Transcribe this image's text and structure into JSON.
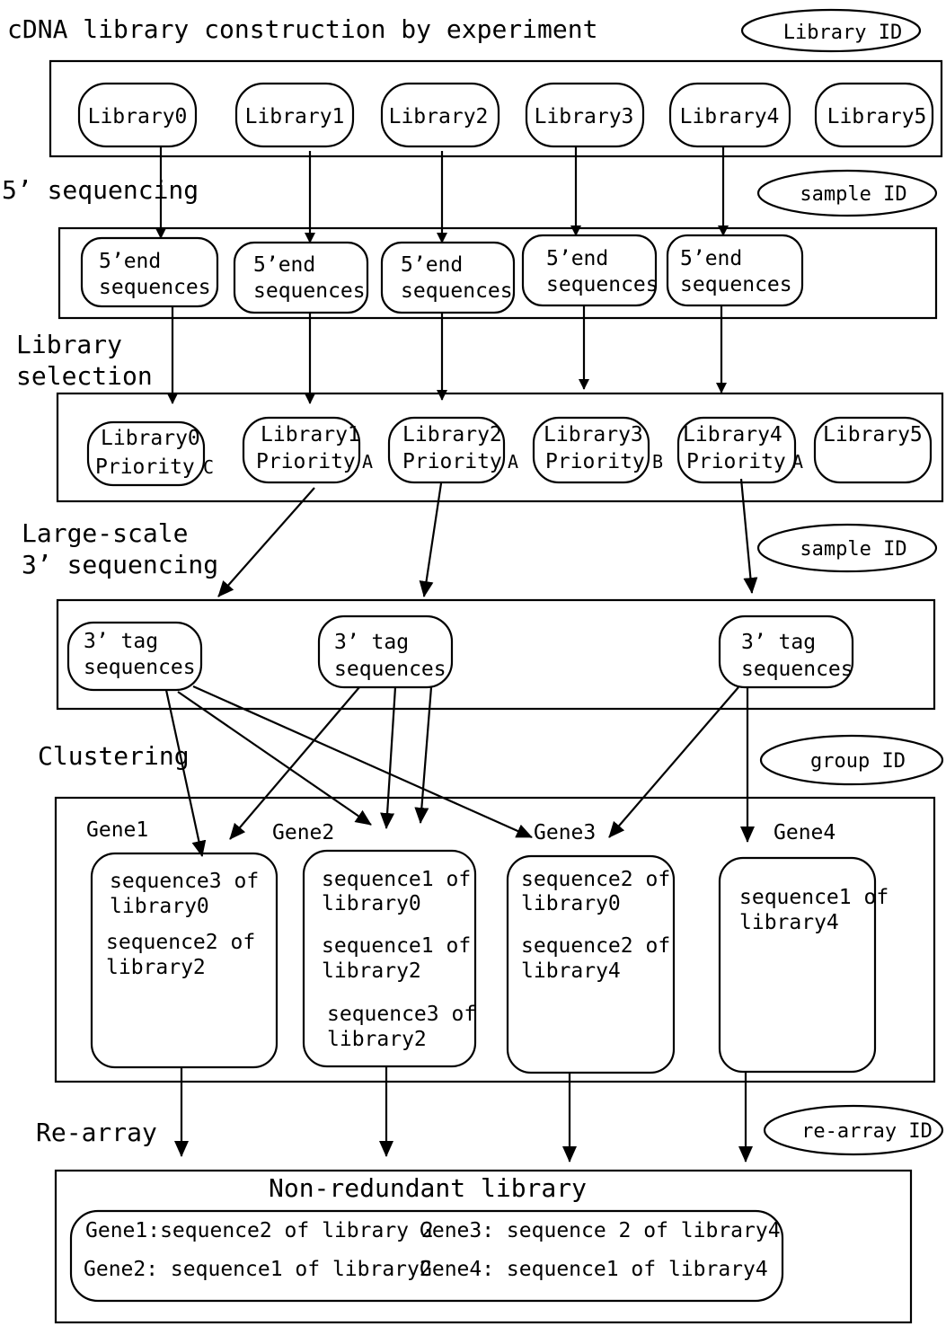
{
  "title": "cDNA library construction by experiment",
  "id_labels": {
    "library_id": "Library ID",
    "sample_id_1": "sample ID",
    "sample_id_2": "sample ID",
    "group_id": "group ID",
    "rearray_id": "re-array ID"
  },
  "stages": {
    "s5": "5’ sequencing",
    "lib_sel_1": "Library",
    "lib_sel_2": "selection",
    "large_1": "Large-scale",
    "large_2": "3’ sequencing",
    "clustering": "Clustering",
    "rearray": "Re-array"
  },
  "libraries": [
    "Library0",
    "Library1",
    "Library2",
    "Library3",
    "Library4",
    "Library5"
  ],
  "five_end": {
    "line1": "5’end",
    "line2": "sequences"
  },
  "selection": [
    {
      "name": "Library0",
      "priority": "Priority",
      "grade": "C"
    },
    {
      "name": "Library1",
      "priority": "Priority",
      "grade": "A"
    },
    {
      "name": "Library2",
      "priority": "Priority",
      "grade": "A"
    },
    {
      "name": "Library3",
      "priority": "Priority",
      "grade": "B"
    },
    {
      "name": "Library4",
      "priority": "Priority",
      "grade": "A"
    },
    {
      "name": "Library5"
    }
  ],
  "three_tag": {
    "line1": "3’  tag",
    "line2": "sequences"
  },
  "genes": [
    {
      "name": "Gene1",
      "lines": [
        "sequence3 of",
        "library0",
        "sequence2 of",
        "library2"
      ]
    },
    {
      "name": "Gene2",
      "lines": [
        "sequence1 of",
        "library0",
        "sequence1 of",
        "library2",
        "sequence3 of",
        "library2"
      ]
    },
    {
      "name": "Gene3",
      "lines": [
        "sequence2 of",
        "library0",
        "sequence2 of",
        "library4"
      ]
    },
    {
      "name": "Gene4",
      "lines": [
        "sequence1 of",
        "library4"
      ]
    }
  ],
  "nonredundant": {
    "title": "Non-redundant library",
    "r1a": "Gene1:sequence2 of library 2",
    "r1b": "Gene3: sequence 2 of library4",
    "r2a": "Gene2: sequence1 of library2",
    "r2b": "Gene4: sequence1 of library4"
  }
}
